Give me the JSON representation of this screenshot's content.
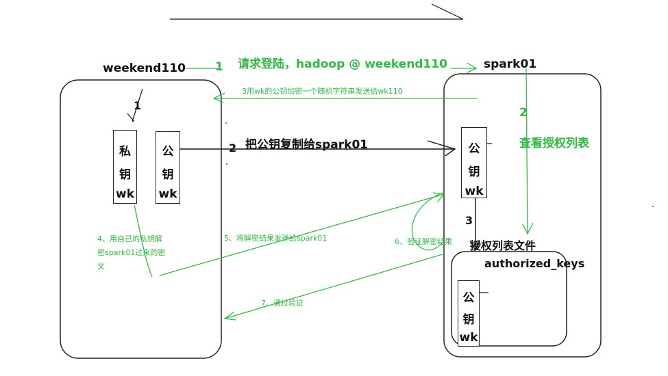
{
  "hosts": {
    "left": "weekend110",
    "right": "spark01"
  },
  "left_keys": {
    "private_label": [
      "私",
      "钥",
      "wk"
    ],
    "public_label": [
      "公",
      "钥",
      "wk"
    ]
  },
  "right_keys": {
    "public_label": [
      "公",
      "钥",
      "wk"
    ],
    "authorized_public_label": [
      "公",
      "钥",
      "wk"
    ]
  },
  "auth_file": {
    "title": "授权列表文件",
    "name": "authorized_keys"
  },
  "steps": {
    "login_num": "1",
    "login_text": "请求登陆，hadoop @ weekend110",
    "left_num_1": "1",
    "copy_num": "2",
    "copy_text": "把公钥复制给spark01",
    "check_num": "2",
    "check_text": "查看授权列表",
    "encrypt_text": "3用wk的公钥加密一个随机字符串发送给wk110",
    "step3_num": "3",
    "decrypt_text_lines": [
      "4、用自己的私钥解",
      "密spark01过来的密",
      "文"
    ],
    "send_result_text": "5、将解密结果发送给spark01",
    "verify_text": "6、验证解密结果",
    "pass_text": "7、通过验证"
  },
  "colors": {
    "green": "#33b846",
    "black": "#111111"
  }
}
